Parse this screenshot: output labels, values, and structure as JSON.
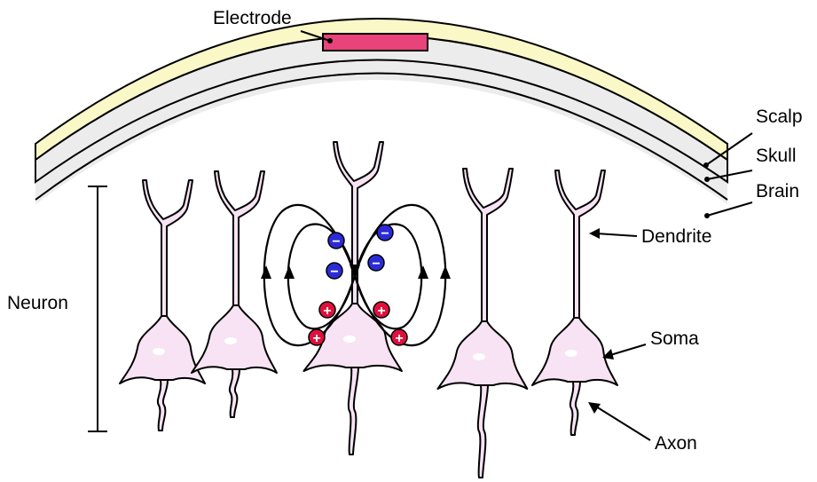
{
  "labels": {
    "electrode": "Electrode",
    "scalp": "Scalp",
    "skull": "Skull",
    "brain": "Brain",
    "neuron": "Neuron",
    "dendrite": "Dendrite",
    "soma": "Soma",
    "axon": "Axon"
  },
  "ions": {
    "negative_symbol": "−",
    "positive_symbol": "+",
    "negative_count": 4,
    "positive_count": 4
  },
  "colors": {
    "electrode": "#e8437a",
    "scalp": "#fbf8c8",
    "skull": "#ececec",
    "neuron_fill": "#f7e3f3",
    "negative_ion": "#2b2bd6",
    "positive_ion": "#e0103c",
    "outline": "#000000"
  }
}
